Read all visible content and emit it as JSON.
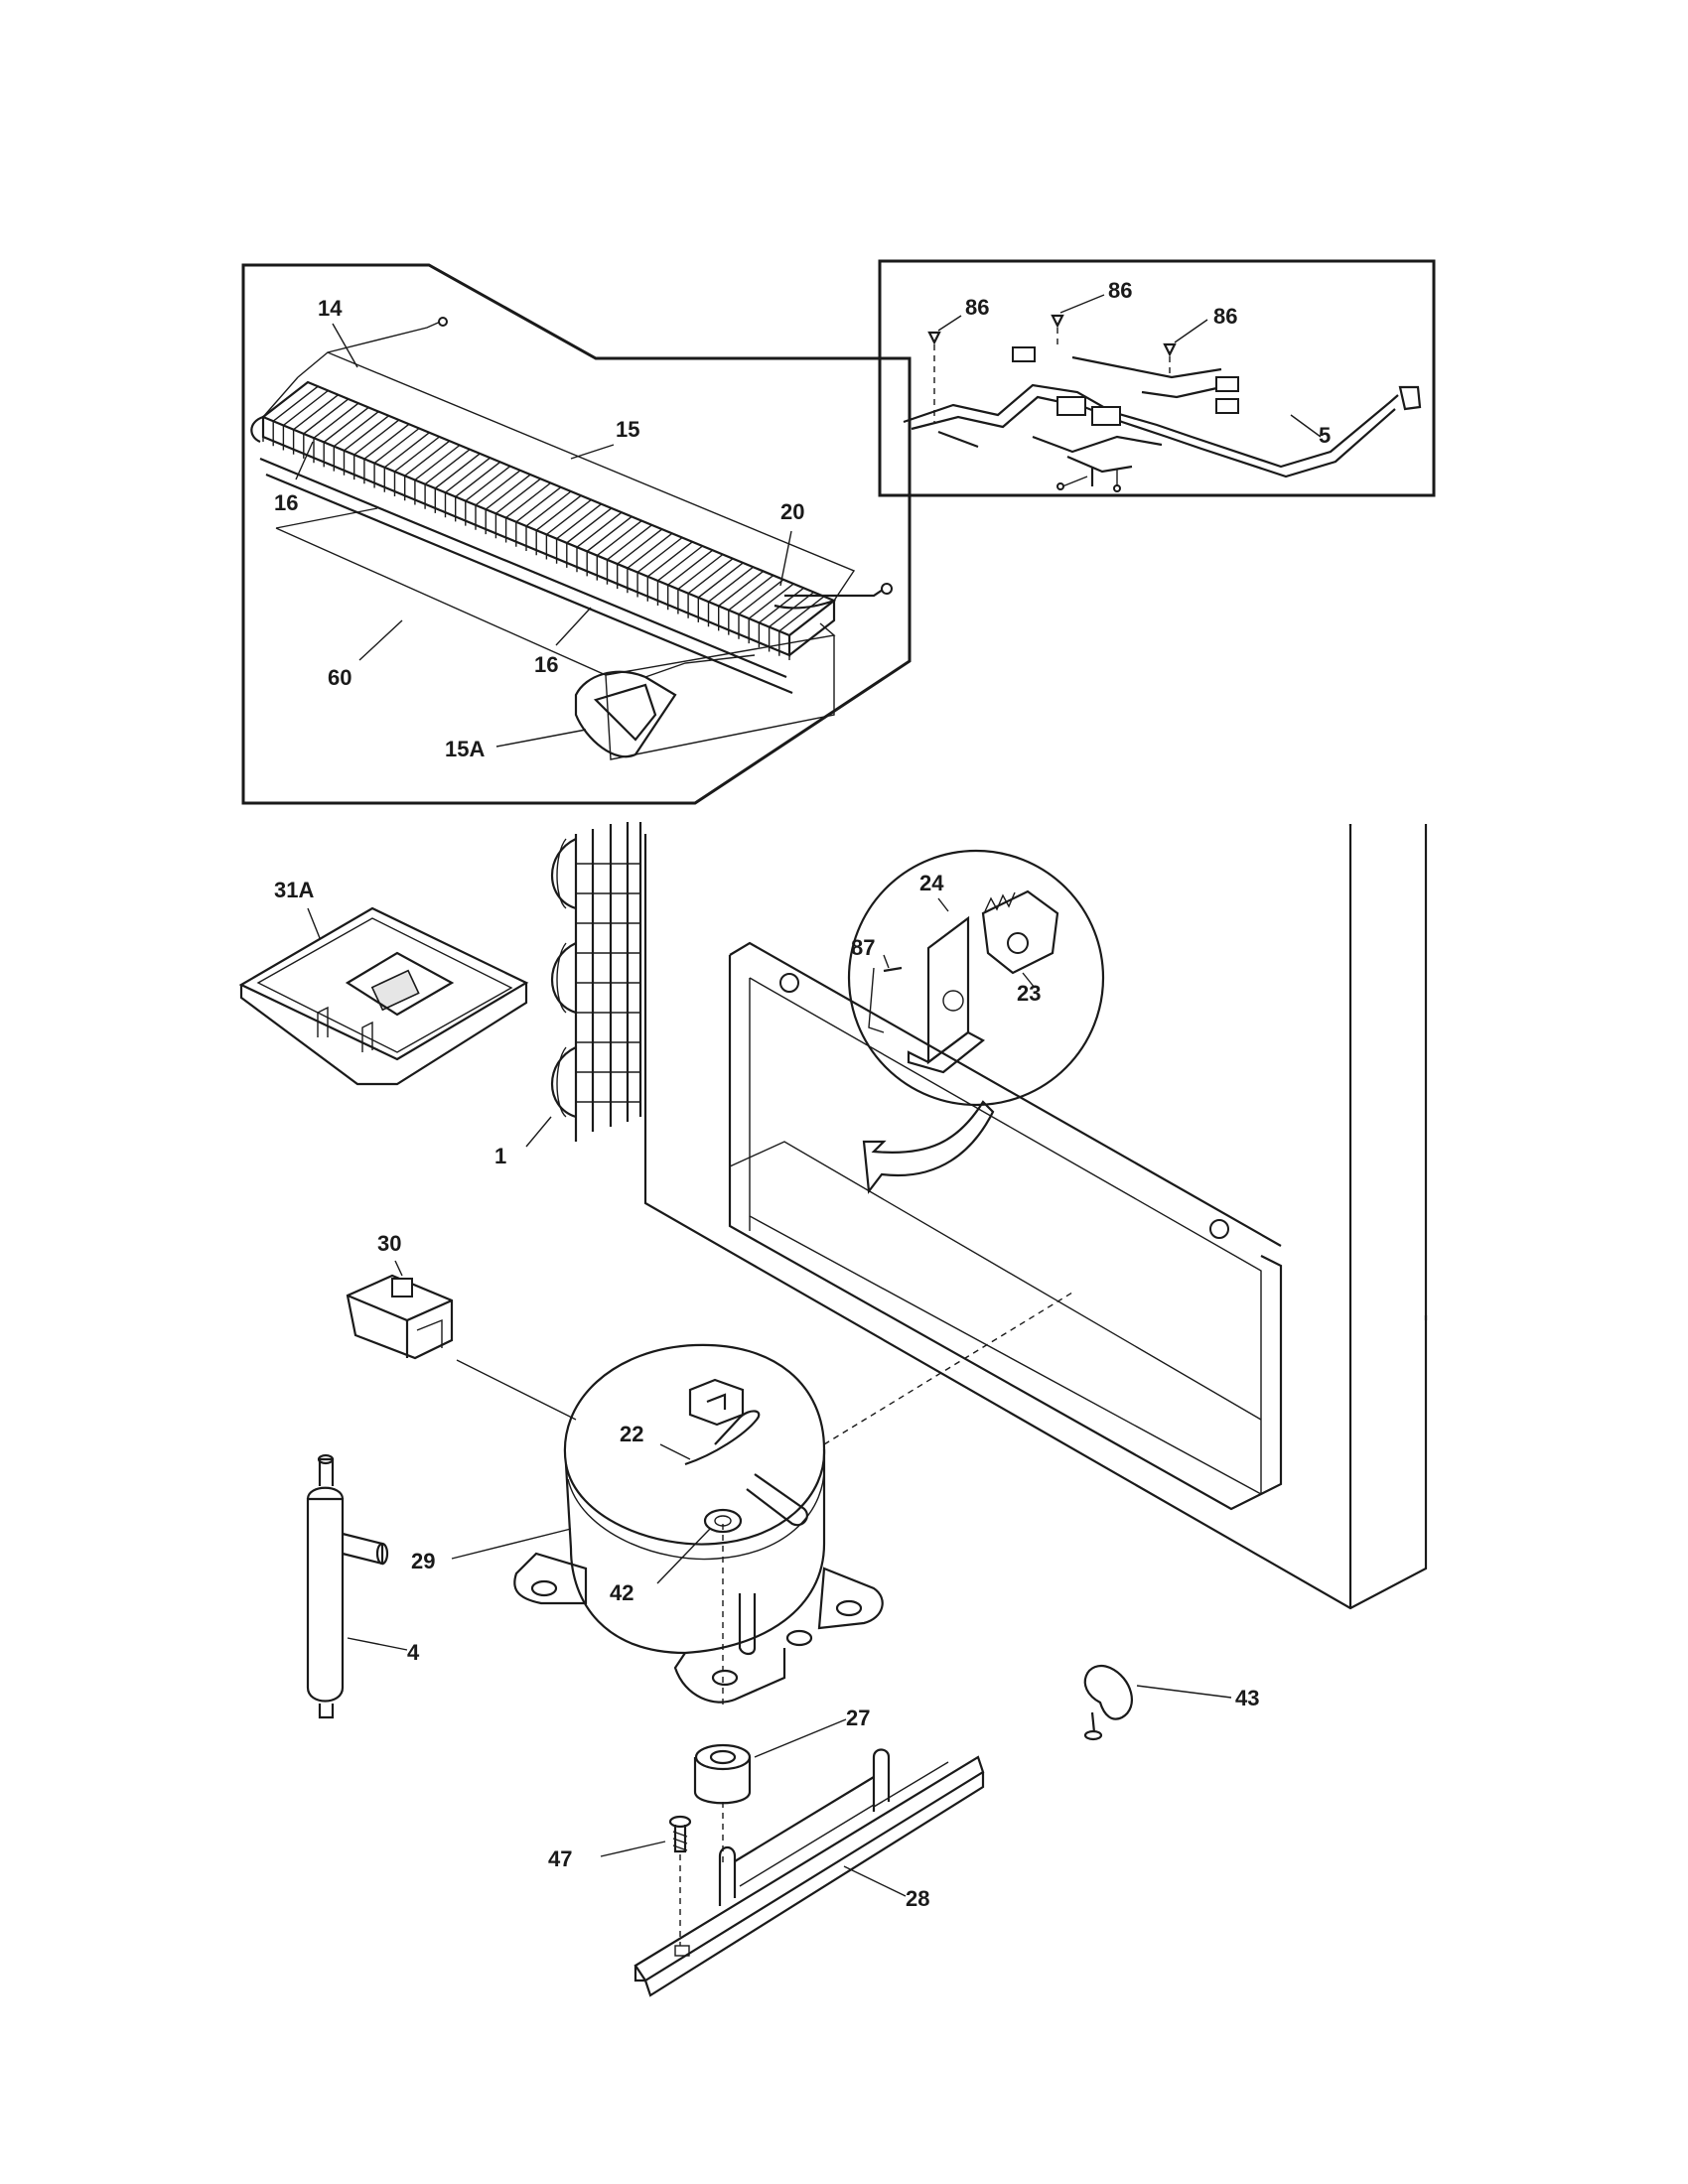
{
  "diagram": {
    "labels": {
      "p14": "14",
      "p15": "15",
      "p15a": "15A",
      "p16a": "16",
      "p16b": "16",
      "p20": "20",
      "p60": "60",
      "p86a": "86",
      "p86b": "86",
      "p86c": "86",
      "p5": "5",
      "p31a": "31A",
      "p1": "1",
      "p24": "24",
      "p87": "87",
      "p23": "23",
      "p30": "30",
      "p22": "22",
      "p29": "29",
      "p42": "42",
      "p4": "4",
      "p43": "43",
      "p27": "27",
      "p47": "47",
      "p28": "28"
    }
  }
}
